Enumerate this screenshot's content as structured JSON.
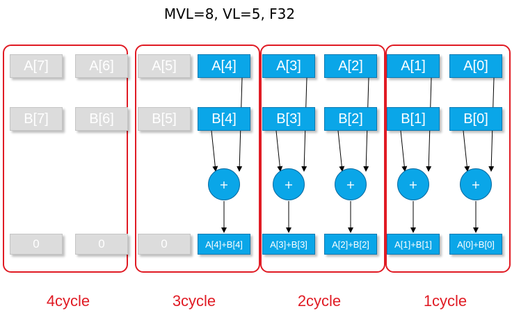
{
  "title": "MVL=8, VL=5, F32",
  "colors": {
    "active_fill": "#0aa6e8",
    "inactive_fill": "#dcdcdc",
    "group_border": "#e01b24",
    "cycle_label": "#e01b24"
  },
  "groups": [
    {
      "cycle": "4cycle",
      "lanes": [
        {
          "a": "A[7]",
          "b": "B[7]",
          "op": "",
          "result": "0",
          "active": false
        },
        {
          "a": "A[6]",
          "b": "B[6]",
          "op": "",
          "result": "0",
          "active": false
        }
      ]
    },
    {
      "cycle": "3cycle",
      "lanes": [
        {
          "a": "A[5]",
          "b": "B[5]",
          "op": "",
          "result": "0",
          "active": false
        },
        {
          "a": "A[4]",
          "b": "B[4]",
          "op": "+",
          "result": "A[4]+B[4]",
          "active": true
        }
      ]
    },
    {
      "cycle": "2cycle",
      "lanes": [
        {
          "a": "A[3]",
          "b": "B[3]",
          "op": "+",
          "result": "A[3]+B[3]",
          "active": true
        },
        {
          "a": "A[2]",
          "b": "B[2]",
          "op": "+",
          "result": "A[2]+B[2]",
          "active": true
        }
      ]
    },
    {
      "cycle": "1cycle",
      "lanes": [
        {
          "a": "A[1]",
          "b": "B[1]",
          "op": "+",
          "result": "A[1]+B[1]",
          "active": true
        },
        {
          "a": "A[0]",
          "b": "B[0]",
          "op": "+",
          "result": "A[0]+B[0]",
          "active": true
        }
      ]
    }
  ]
}
